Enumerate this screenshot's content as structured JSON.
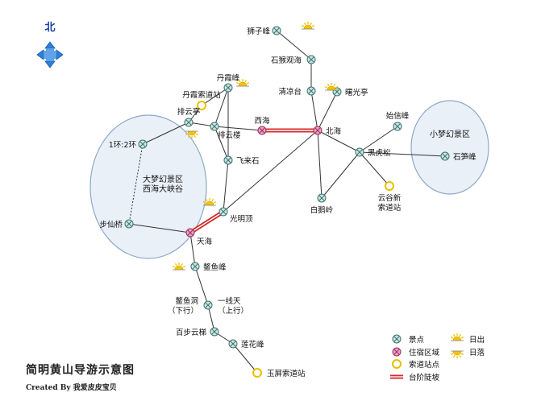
{
  "map": {
    "north_label": "北",
    "title": "简明黄山导游示意图",
    "credit": "Created By 我爱皮皮宝贝",
    "areas": [
      {
        "id": "big",
        "lines": [
          "大梦幻景区",
          "西海大峡谷"
        ]
      },
      {
        "id": "small",
        "lines": [
          "小梦幻景区"
        ]
      }
    ],
    "nodes": [
      {
        "id": "shizifeng",
        "type": "scenic",
        "label": [
          "狮子峰"
        ]
      },
      {
        "id": "shixin",
        "type": "scenic",
        "label": [
          "石猴观海"
        ]
      },
      {
        "id": "qingliang",
        "type": "scenic",
        "label": [
          "清凉台"
        ]
      },
      {
        "id": "shuguang",
        "type": "scenic",
        "label": [
          "曙光亭"
        ]
      },
      {
        "id": "beihai",
        "type": "lodging",
        "label": [
          "北海"
        ]
      },
      {
        "id": "xihai",
        "type": "lodging",
        "label": [
          "西海"
        ]
      },
      {
        "id": "danxiafeng",
        "type": "scenic",
        "label": [
          "丹霞峰"
        ]
      },
      {
        "id": "danxiasuodao",
        "type": "cable",
        "label": [
          "丹霞索道站"
        ]
      },
      {
        "id": "paiyunting",
        "type": "scenic",
        "label": [
          "排云亭"
        ]
      },
      {
        "id": "paiyunlou",
        "type": "scenic",
        "label": [
          "排云楼"
        ]
      },
      {
        "id": "feilaishi",
        "type": "scenic",
        "label": [
          "飞来石"
        ]
      },
      {
        "id": "guangmingding",
        "type": "scenic",
        "label": [
          "光明顶"
        ]
      },
      {
        "id": "tianhai",
        "type": "lodging",
        "label": [
          "天海"
        ]
      },
      {
        "id": "huanerhuan",
        "type": "scenic",
        "label": [
          "1环:2环"
        ]
      },
      {
        "id": "buxianqiao",
        "type": "scenic",
        "label": [
          "步仙桥"
        ]
      },
      {
        "id": "shixinfeng",
        "type": "scenic",
        "label": [
          "始信峰"
        ]
      },
      {
        "id": "heihusong",
        "type": "scenic",
        "label": [
          "黑虎松"
        ]
      },
      {
        "id": "baieling",
        "type": "scenic",
        "label": [
          "白鹅岭"
        ]
      },
      {
        "id": "yungu",
        "type": "cable",
        "label": [
          "云谷新",
          "索道站"
        ]
      },
      {
        "id": "shisunfeng",
        "type": "scenic",
        "label": [
          "石笋峰"
        ]
      },
      {
        "id": "aoyufeng",
        "type": "scenic",
        "label": [
          "鳌鱼峰"
        ]
      },
      {
        "id": "aoyudong",
        "type": "scenic",
        "label": [
          "鳌鱼洞",
          "（下行）"
        ]
      },
      {
        "id": "yixiantian",
        "type": "scenic",
        "label": [
          "一线天",
          "（上行）"
        ]
      },
      {
        "id": "baibuyunti",
        "type": "scenic",
        "label": [
          "百步云梯"
        ]
      },
      {
        "id": "lianhuafeng",
        "type": "scenic",
        "label": [
          "莲花峰"
        ]
      },
      {
        "id": "yuping",
        "type": "cable",
        "label": [
          "玉屏索道站"
        ]
      }
    ],
    "sun_markers": [
      {
        "id": "shizifeng-sunrise",
        "kind": "sunrise"
      },
      {
        "id": "qingliang-sunrise",
        "kind": "sunrise"
      },
      {
        "id": "danxiafeng-sunrise",
        "kind": "sunrise"
      },
      {
        "id": "paiyunting-sunset",
        "kind": "sunset"
      },
      {
        "id": "guangmingding-sunrise",
        "kind": "sunrise"
      },
      {
        "id": "aoyufeng-sunrise",
        "kind": "sunrise"
      }
    ]
  },
  "legend": {
    "items": [
      {
        "id": "scenic",
        "label": "景点"
      },
      {
        "id": "lodging",
        "label": "住宿区域"
      },
      {
        "id": "cable",
        "label": "索道站点"
      },
      {
        "id": "stairs",
        "label": "台阶陡坡"
      },
      {
        "id": "sunrise",
        "label": "日出"
      },
      {
        "id": "sunset",
        "label": "日落"
      }
    ]
  },
  "colors": {
    "route": "#333333",
    "stairs": "#d42a2a",
    "scenic_fill": "#c9e7e4",
    "scenic_stroke": "#3f6f6c",
    "lodging_fill": "#e8a3c4",
    "lodging_stroke": "#9b2c61",
    "cable_fill": "#ffffff",
    "cable_stroke": "#e8c000",
    "area_fill": "#e9f0f8",
    "area_stroke": "#8ea8c8",
    "sun": "#f5c400",
    "north_arrow": "#2f7fd8"
  }
}
